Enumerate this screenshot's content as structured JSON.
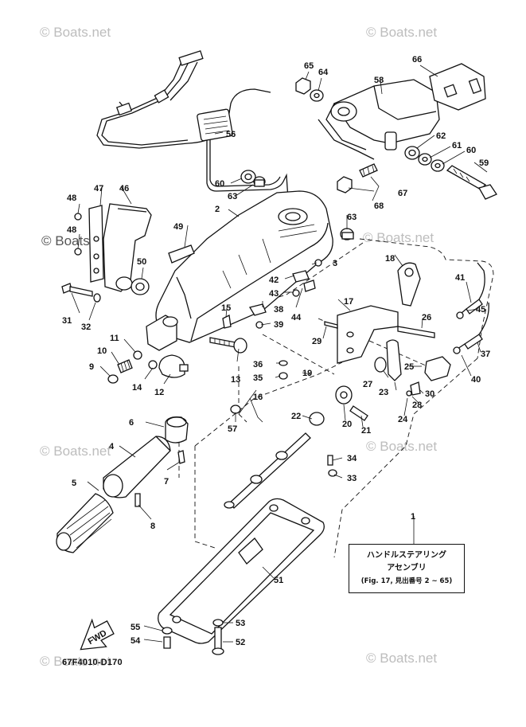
{
  "watermark": "© Boats.net",
  "diagram_code": "67F4010-D170",
  "callout": {
    "line1": "ハンドルステアリング",
    "line2": "アセンブリ",
    "line3": "(Fig. 17, 見出番号 2 ~ 65)"
  },
  "fwd_label": "FWD",
  "part_labels": [
    {
      "id": "1",
      "text": "1"
    },
    {
      "id": "2",
      "text": "2"
    },
    {
      "id": "3",
      "text": "3"
    },
    {
      "id": "4",
      "text": "4"
    },
    {
      "id": "5",
      "text": "5"
    },
    {
      "id": "6",
      "text": "6"
    },
    {
      "id": "7",
      "text": "7"
    },
    {
      "id": "8",
      "text": "8"
    },
    {
      "id": "9",
      "text": "9"
    },
    {
      "id": "10",
      "text": "10"
    },
    {
      "id": "11",
      "text": "11"
    },
    {
      "id": "12",
      "text": "12"
    },
    {
      "id": "13",
      "text": "13"
    },
    {
      "id": "14",
      "text": "14"
    },
    {
      "id": "15",
      "text": "15"
    },
    {
      "id": "16",
      "text": "16"
    },
    {
      "id": "17",
      "text": "17"
    },
    {
      "id": "18",
      "text": "18"
    },
    {
      "id": "19",
      "text": "19"
    },
    {
      "id": "20",
      "text": "20"
    },
    {
      "id": "21",
      "text": "21"
    },
    {
      "id": "22",
      "text": "22"
    },
    {
      "id": "23",
      "text": "23"
    },
    {
      "id": "24",
      "text": "24"
    },
    {
      "id": "25",
      "text": "25"
    },
    {
      "id": "26",
      "text": "26"
    },
    {
      "id": "27",
      "text": "27"
    },
    {
      "id": "28",
      "text": "28"
    },
    {
      "id": "29",
      "text": "29"
    },
    {
      "id": "30",
      "text": "30"
    },
    {
      "id": "31",
      "text": "31"
    },
    {
      "id": "32",
      "text": "32"
    },
    {
      "id": "33",
      "text": "33"
    },
    {
      "id": "34",
      "text": "34"
    },
    {
      "id": "35",
      "text": "35"
    },
    {
      "id": "36",
      "text": "36"
    },
    {
      "id": "37",
      "text": "37"
    },
    {
      "id": "38",
      "text": "38"
    },
    {
      "id": "39",
      "text": "39"
    },
    {
      "id": "40",
      "text": "40"
    },
    {
      "id": "41",
      "text": "41"
    },
    {
      "id": "42",
      "text": "42"
    },
    {
      "id": "43",
      "text": "43"
    },
    {
      "id": "44",
      "text": "44"
    },
    {
      "id": "45",
      "text": "45"
    },
    {
      "id": "46",
      "text": "46"
    },
    {
      "id": "47",
      "text": "47"
    },
    {
      "id": "48a",
      "text": "48"
    },
    {
      "id": "48b",
      "text": "48"
    },
    {
      "id": "49",
      "text": "49"
    },
    {
      "id": "50",
      "text": "50"
    },
    {
      "id": "51",
      "text": "51"
    },
    {
      "id": "52",
      "text": "52"
    },
    {
      "id": "53",
      "text": "53"
    },
    {
      "id": "54",
      "text": "54"
    },
    {
      "id": "55",
      "text": "55"
    },
    {
      "id": "56",
      "text": "56"
    },
    {
      "id": "57",
      "text": "57"
    },
    {
      "id": "58",
      "text": "58"
    },
    {
      "id": "59",
      "text": "59"
    },
    {
      "id": "60a",
      "text": "60"
    },
    {
      "id": "60b",
      "text": "60"
    },
    {
      "id": "61",
      "text": "61"
    },
    {
      "id": "62",
      "text": "62"
    },
    {
      "id": "63a",
      "text": "63"
    },
    {
      "id": "63b",
      "text": "63"
    },
    {
      "id": "64",
      "text": "64"
    },
    {
      "id": "65",
      "text": "65"
    },
    {
      "id": "66",
      "text": "66"
    },
    {
      "id": "67",
      "text": "67"
    },
    {
      "id": "68",
      "text": "68"
    }
  ]
}
